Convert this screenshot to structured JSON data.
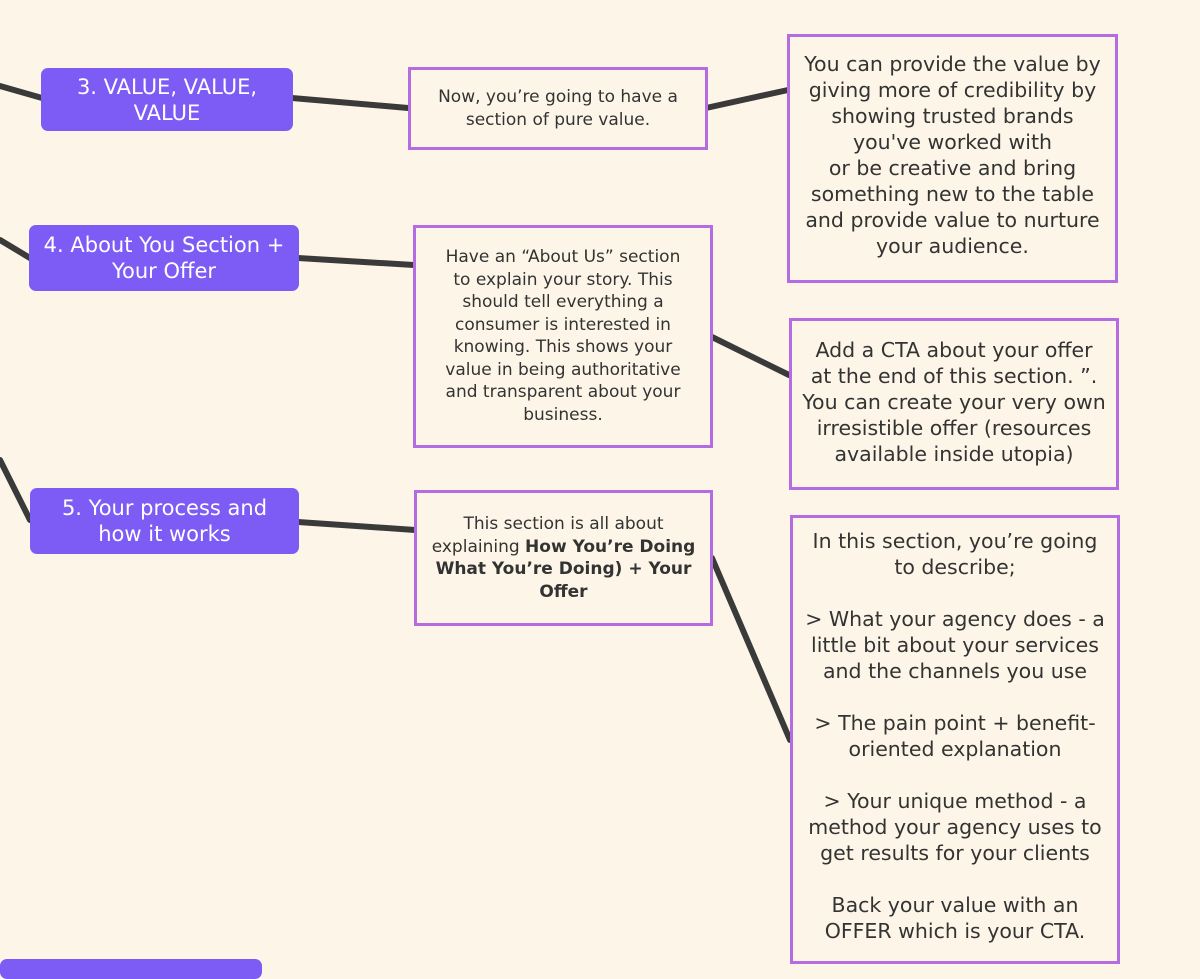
{
  "colors": {
    "background": "#fdf6e8",
    "node_fill": "#7c5cf5",
    "box_border": "#b56ce0",
    "connector": "#3a3a3a",
    "text": "#333333"
  },
  "nodes": {
    "value": {
      "label": "3. VALUE, VALUE,\nVALUE"
    },
    "about": {
      "label": "4. About You Section +\nYour Offer"
    },
    "process": {
      "label": "5. Your process and\nhow it works"
    }
  },
  "boxes": {
    "value_desc": {
      "text": "Now, you’re going to have a\nsection of pure value."
    },
    "value_detail": {
      "text": "You can provide the value by\ngiving more of credibility by\nshowing trusted brands\nyou've worked with\nor be creative and bring\nsomething new to the table\nand provide value to nurture\nyour audience."
    },
    "about_desc": {
      "text": "Have an “About Us” section\nto explain your story. This\nshould tell everything a\nconsumer is interested in\nknowing. This shows your\nvalue in being authoritative\nand transparent about your\nbusiness."
    },
    "about_cta": {
      "text": "Add a CTA about your offer\nat the end of this section. ”.\nYou can create your very own\nirresistible offer (resources\navailable inside utopia)"
    },
    "process_desc": {
      "text_lead": "This section is all about\nexplaining ",
      "text_bold": "How You’re Doing\nWhat You’re Doing) + Your\nOffer"
    },
    "process_detail": {
      "para1": "In this section, you’re going\nto describe;",
      "para2": "> What your agency does - a\nlittle bit about your services\nand the channels you use",
      "para3": "> The pain point + benefit-\noriented explanation",
      "para4": "> Your unique method - a\nmethod your agency uses to\nget results for your clients",
      "para5": "Back your value with an\nOFFER which is your CTA."
    }
  }
}
